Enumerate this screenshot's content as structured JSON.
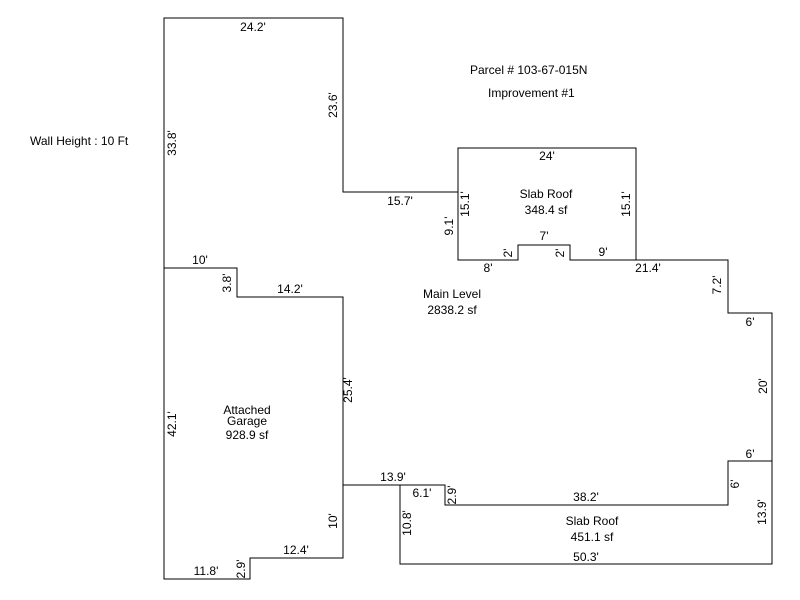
{
  "header": {
    "parcel": "Parcel # 103-67-015N",
    "improvement": "Improvement #1",
    "wall_height": "Wall Height : 10 Ft"
  },
  "areas": {
    "slab_roof_top": {
      "name": "Slab Roof",
      "area": "348.4 sf"
    },
    "main_level": {
      "name": "Main Level",
      "area": "2838.2 sf"
    },
    "garage": {
      "name_line1": "Attached",
      "name_line2": "Garage",
      "area": "928.9 sf"
    },
    "slab_roof_bottom": {
      "name": "Slab Roof",
      "area": "451.1 sf"
    }
  },
  "dimensions": {
    "d_24_2": "24.2'",
    "d_23_6": "23.6'",
    "d_33_8": "33.8'",
    "d_15_7": "15.7'",
    "d_24": "24'",
    "d_15_1_left": "15.1'",
    "d_15_1_right": "15.1'",
    "d_9_1": "9.1'",
    "d_7": "7'",
    "d_2_left": "2'",
    "d_2_right": "2'",
    "d_8": "8'",
    "d_9": "9'",
    "d_21_4": "21.4'",
    "d_7_2": "7.2'",
    "d_6_upper": "6'",
    "d_20": "20'",
    "d_6_lower": "6'",
    "d_6_vert": "6'",
    "d_13_9_right": "13.9'",
    "d_10": "10'",
    "d_3_8": "3.8'",
    "d_14_2": "14.2'",
    "d_25_4": "25.4'",
    "d_42_1": "42.1'",
    "d_13_9_mid": "13.9'",
    "d_6_1": "6.1'",
    "d_2_9_mid": "2.9'",
    "d_38_2": "38.2'",
    "d_10_8": "10.8'",
    "d_50_3": "50.3'",
    "d_10_garage": "10'",
    "d_12_4": "12.4'",
    "d_2_9_bottom": "2.9'",
    "d_11_8": "11.8'"
  }
}
